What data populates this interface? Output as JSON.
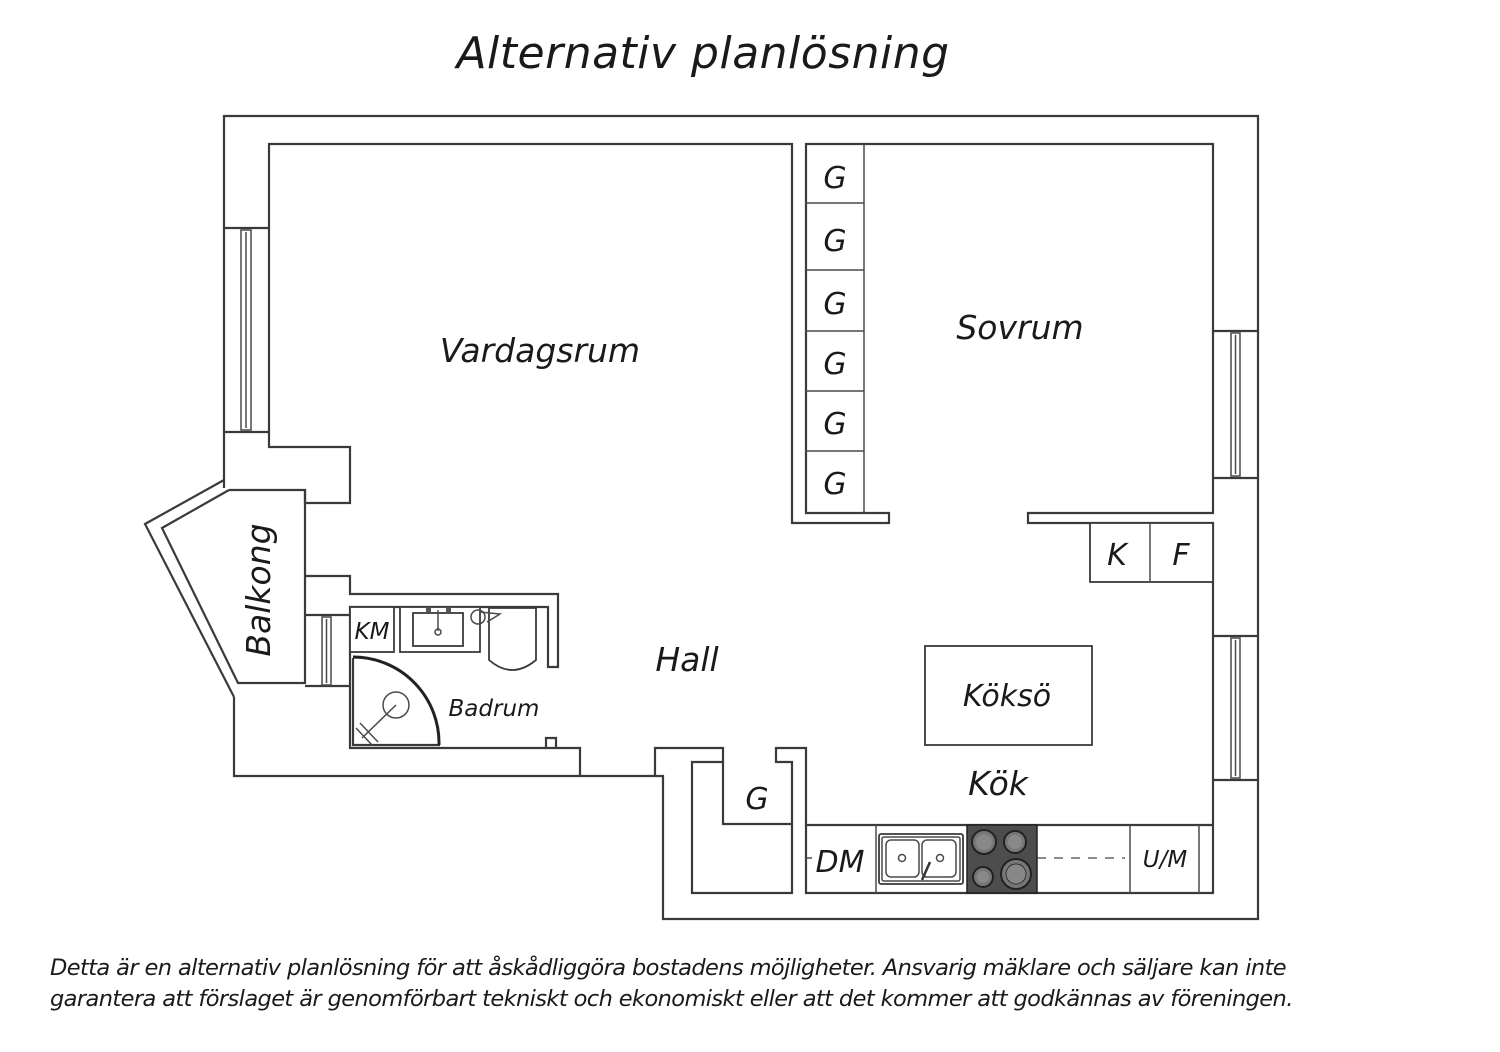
{
  "title": "Alternativ planlösning",
  "rooms": {
    "vardagsrum": "Vardagsrum",
    "sovrum": "Sovrum",
    "hall": "Hall",
    "badrum": "Badrum",
    "balkong": "Balkong",
    "kok": "Kök",
    "kokso": "Köksö"
  },
  "fixtures": {
    "wardrobes_bedroom": [
      "G",
      "G",
      "G",
      "G",
      "G",
      "G"
    ],
    "wardrobe_hall": "G",
    "fridge": "K",
    "freezer": "F",
    "washing_machine": "KM",
    "dishwasher": "DM",
    "oven_microwave": "U/M"
  },
  "disclaimer": {
    "line1": "Detta är en alternativ planlösning för att åskådliggöra bostadens möjligheter. Ansvarig mäklare och säljare kan inte",
    "line2": "garantera att förslaget är genomförbart tekniskt och ekonomiskt eller att det kommer att godkännas av föreningen."
  },
  "colors": {
    "wall": "#3a3a3a",
    "stove": "#4d4d4d",
    "burner": "#7a7a7a",
    "text": "#1a1a1a"
  }
}
